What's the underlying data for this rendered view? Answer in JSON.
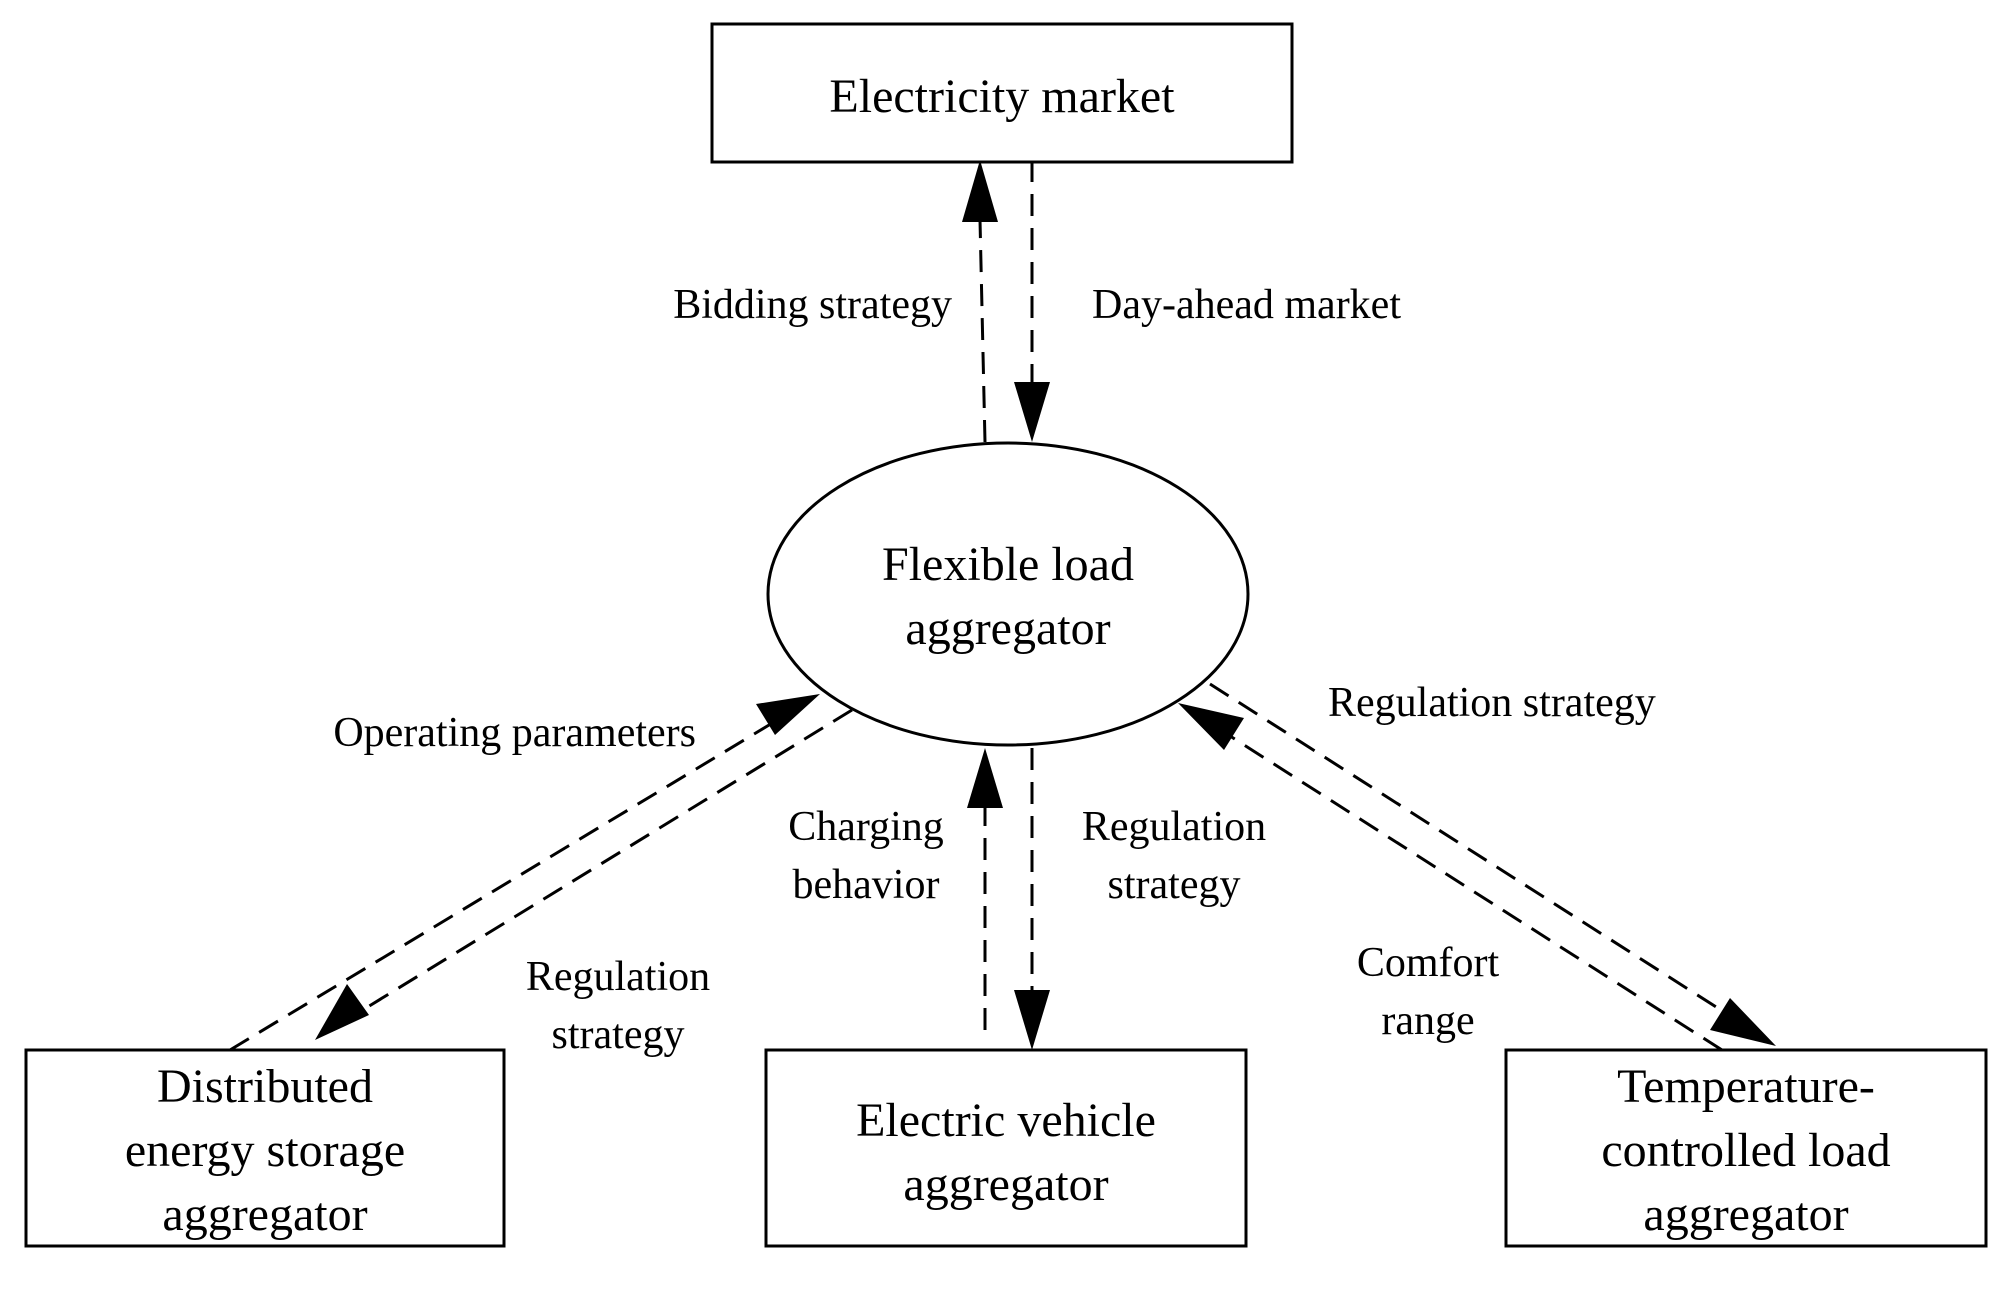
{
  "nodes": {
    "market": {
      "label": "Electricity market"
    },
    "aggregator": {
      "label_lines": [
        "Flexible load",
        "aggregator"
      ]
    },
    "storage": {
      "label_lines": [
        "Distributed",
        "energy storage",
        "aggregator"
      ]
    },
    "ev": {
      "label_lines": [
        "Electric vehicle",
        "aggregator"
      ]
    },
    "tcl": {
      "label_lines": [
        "Temperature-",
        "controlled load",
        "aggregator"
      ]
    }
  },
  "edges": {
    "bidding": {
      "label": "Bidding strategy"
    },
    "day_ahead": {
      "label": "Day-ahead market"
    },
    "operating": {
      "label": "Operating parameters"
    },
    "storage_regulation": {
      "label_lines": [
        "Regulation",
        "strategy"
      ]
    },
    "charging": {
      "label_lines": [
        "Charging",
        "behavior"
      ]
    },
    "ev_regulation": {
      "label_lines": [
        "Regulation",
        "strategy"
      ]
    },
    "tcl_regulation": {
      "label": "Regulation strategy"
    },
    "comfort": {
      "label_lines": [
        "Comfort",
        "range"
      ]
    }
  },
  "style": {
    "line_color": "#000000",
    "background": "#ffffff"
  }
}
